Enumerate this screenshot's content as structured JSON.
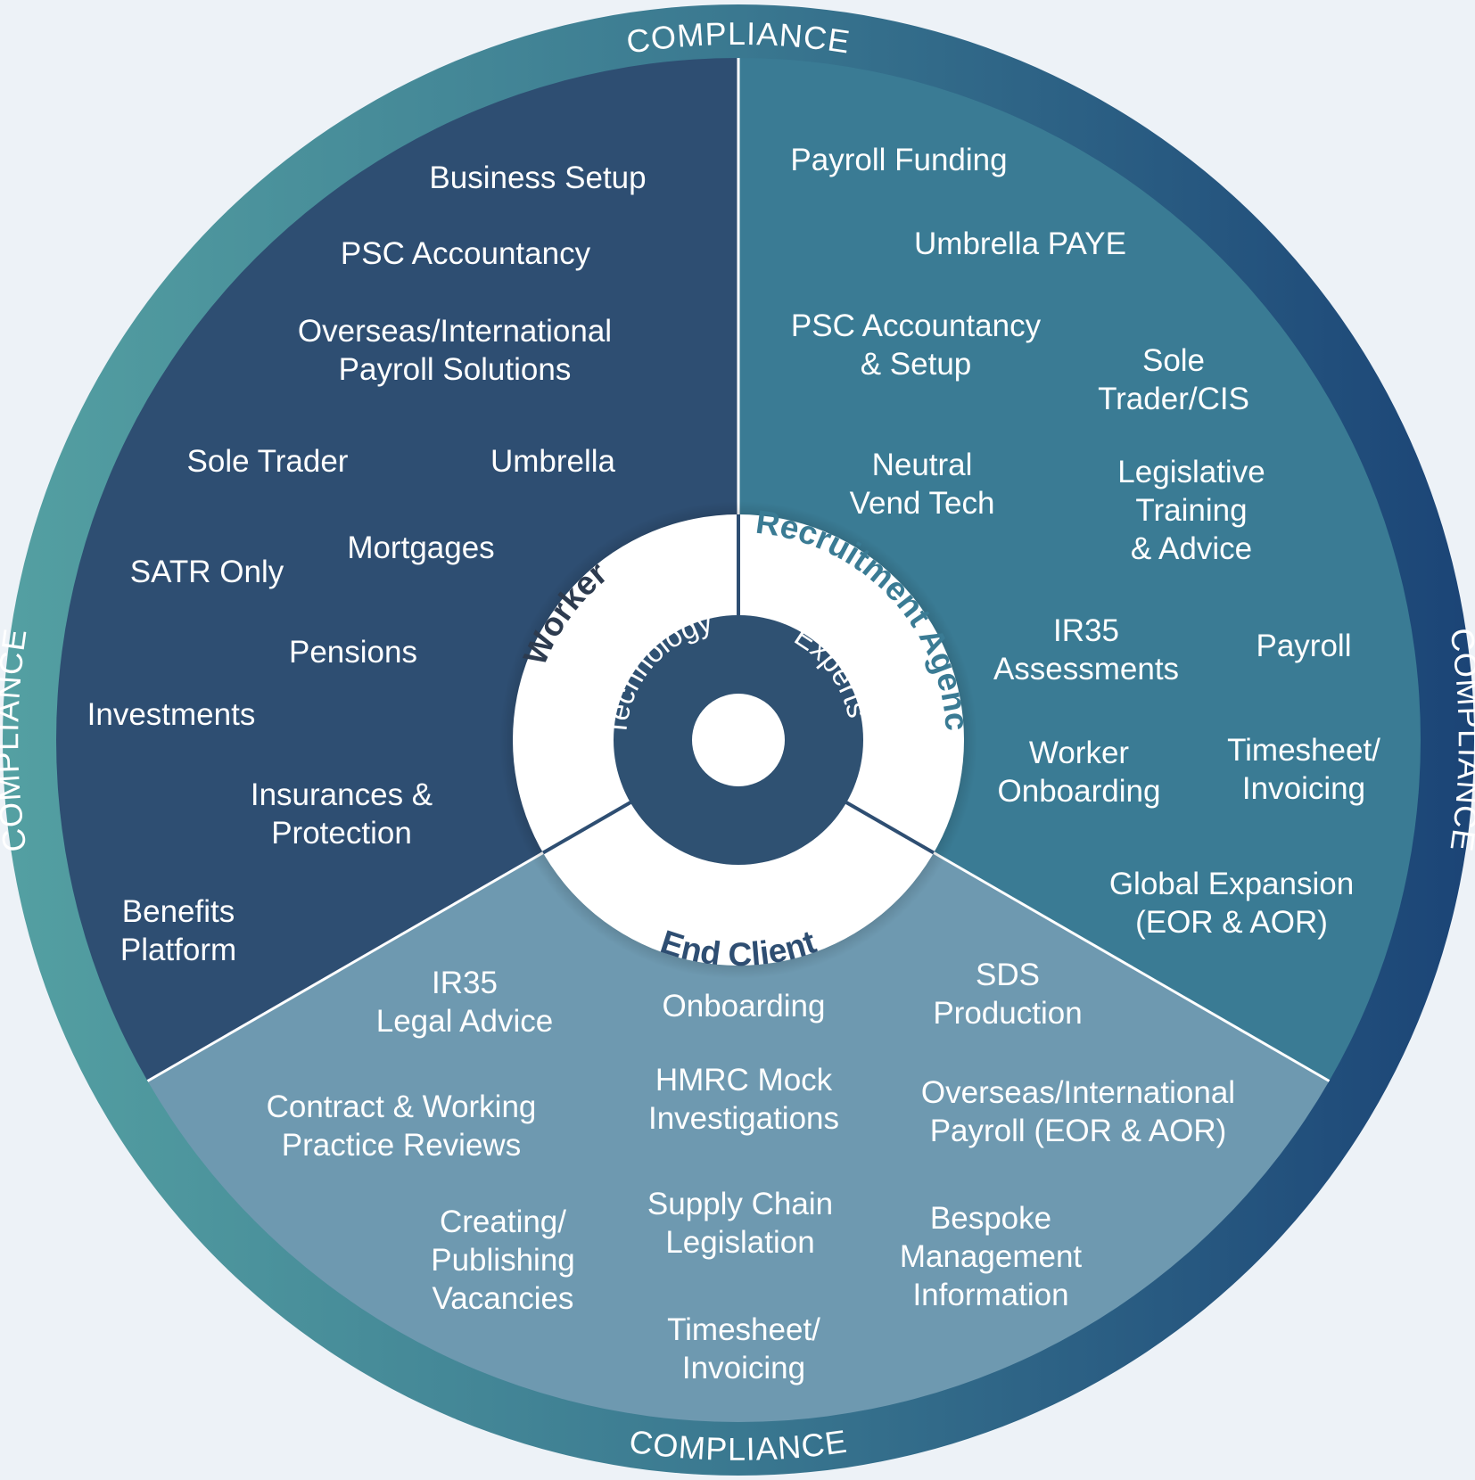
{
  "ring_label": "COMPLIANCE",
  "colors": {
    "background": "#edf2f7",
    "ring_left": "#4f9a9e",
    "ring_right": "#1c4678",
    "worker_sector": "#2e4e72",
    "agency_sector": "#3a7b94",
    "client_sector": "#6e99b0",
    "white_ring": "#ffffff",
    "hub": "#2f5172",
    "worker_label": "#2d3b4f",
    "agency_label": "#3a7b94",
    "client_label": "#2e4e72"
  },
  "segments": {
    "worker": "Worker",
    "recruitment_agency": "Recruitment Agency",
    "end_client": "End Client"
  },
  "hub": {
    "technology": "Technology",
    "experts": "Experts"
  },
  "worker_items": [
    [
      "Business Setup"
    ],
    [
      "PSC Accountancy"
    ],
    [
      "Overseas/International",
      "Payroll Solutions"
    ],
    [
      "Sole Trader"
    ],
    [
      "Umbrella"
    ],
    [
      "Mortgages"
    ],
    [
      "SATR Only"
    ],
    [
      "Pensions"
    ],
    [
      "Investments"
    ],
    [
      "Insurances &",
      "Protection"
    ],
    [
      "Benefits",
      "Platform"
    ]
  ],
  "agency_items": [
    [
      "Payroll Funding"
    ],
    [
      "Umbrella PAYE"
    ],
    [
      "PSC Accountancy",
      "& Setup"
    ],
    [
      "Sole",
      "Trader/CIS"
    ],
    [
      "Neutral",
      "Vend Tech"
    ],
    [
      "Legislative",
      "Training",
      "& Advice"
    ],
    [
      "IR35",
      "Assessments"
    ],
    [
      "Payroll"
    ],
    [
      "Worker",
      "Onboarding"
    ],
    [
      "Timesheet/",
      "Invoicing"
    ],
    [
      "Global Expansion",
      "(EOR & AOR)"
    ]
  ],
  "client_items": [
    [
      "IR35",
      "Legal Advice"
    ],
    [
      "Onboarding"
    ],
    [
      "SDS",
      "Production"
    ],
    [
      "Contract & Working",
      "Practice Reviews"
    ],
    [
      "HMRC Mock",
      "Investigations"
    ],
    [
      "Overseas/International",
      "Payroll (EOR & AOR)"
    ],
    [
      "Creating/",
      "Publishing",
      "Vacancies"
    ],
    [
      "Supply Chain",
      "Legislation"
    ],
    [
      "Bespoke",
      "Management",
      "Information"
    ],
    [
      "Timesheet/",
      "Invoicing"
    ]
  ]
}
